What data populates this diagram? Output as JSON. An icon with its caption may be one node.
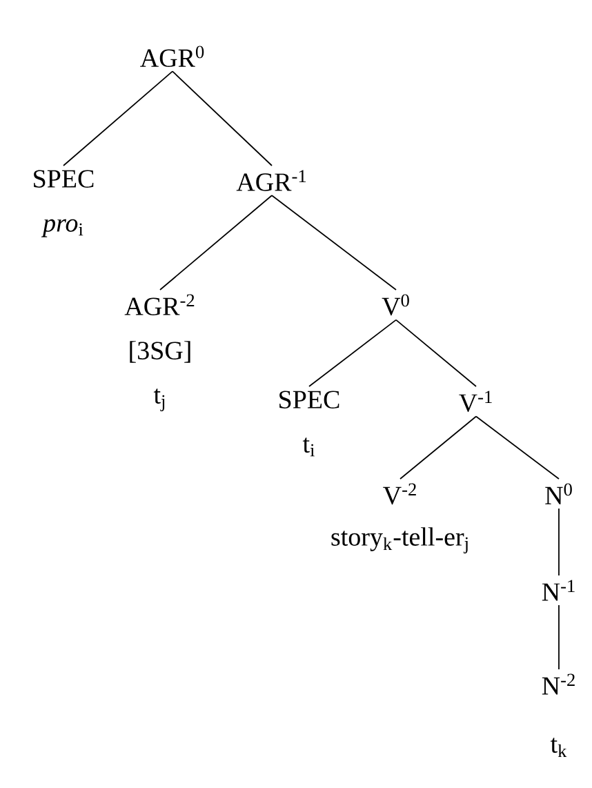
{
  "diagram": {
    "nodes": [
      {
        "text": [
          "AGR$^{0}$"
        ]
      },
      {
        "text": [
          "SPEC",
          "*pro*$_{i}$"
        ]
      },
      {
        "text": [
          "AGR$^{-1}$"
        ]
      },
      {
        "text": [
          "AGR$^{-2}$",
          "[3SG]",
          "t$_{j}$"
        ]
      },
      {
        "text": [
          "V$^{0}$"
        ]
      },
      {
        "text": [
          "SPEC",
          "t$_{i}$"
        ]
      },
      {
        "text": [
          "V$^{-1}$"
        ]
      },
      {
        "text": [
          "V$^{-2}$",
          "story$_{k}$-tell-er$_{j}$"
        ]
      },
      {
        "text": [
          "N$^{0}$"
        ]
      },
      {
        "text": [
          "N$^{-1}$"
        ]
      },
      {
        "text": [
          "N$^{-2}$",
          "t$_{k}$"
        ]
      }
    ],
    "edges": [
      {
        "from": 0,
        "to": 1,
        "arrow": "none"
      },
      {
        "from": 0,
        "to": 2,
        "arrow": "none"
      },
      {
        "from": 2,
        "to": 3,
        "arrow": "none"
      },
      {
        "from": 2,
        "to": 4,
        "arrow": "none"
      },
      {
        "from": 4,
        "to": 5,
        "arrow": "none"
      },
      {
        "from": 4,
        "to": 6,
        "arrow": "none"
      },
      {
        "from": 6,
        "to": 7,
        "arrow": "none"
      },
      {
        "from": 6,
        "to": 8,
        "arrow": "none"
      },
      {
        "from": 8,
        "to": 9,
        "arrow": "none"
      },
      {
        "from": 9,
        "to": 10,
        "arrow": "none"
      }
    ]
  }
}
